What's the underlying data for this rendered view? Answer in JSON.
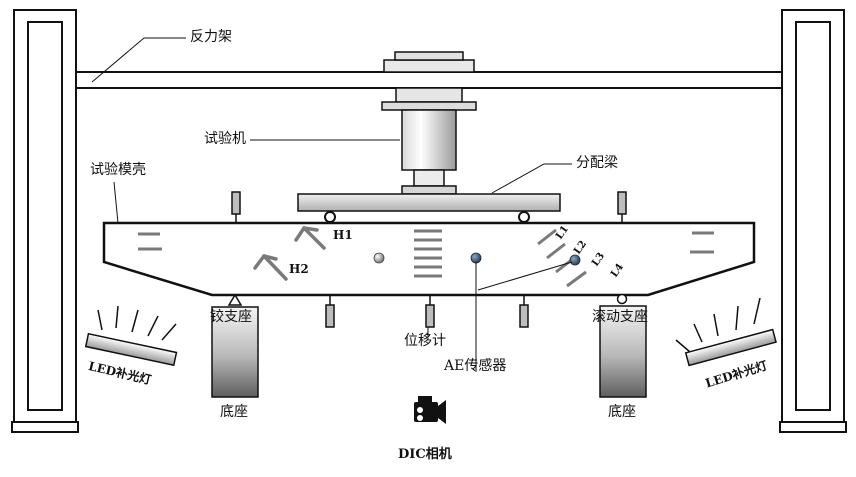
{
  "labels": {
    "reaction_frame": "反力架",
    "testing_machine": "试验机",
    "distribution_beam": "分配梁",
    "specimen_shell": "试验模壳",
    "hinge_support": "铰支座",
    "roller_support": "滚动支座",
    "base_left": "底座",
    "base_right": "底座",
    "displacement_meter": "位移计",
    "ae_sensor": "AE传感器",
    "dic_camera": "DIC相机",
    "led_left": "LED补光灯",
    "led_right": "LED补光灯",
    "h1": "H1",
    "h2": "H2",
    "l1": "L1",
    "l2": "L2",
    "l3": "L3",
    "l4": "L4"
  },
  "colors": {
    "line": "#111111",
    "frame_fill": "#ffffff",
    "pedestal_light": "#f2f2f2",
    "pedestal_dark": "#6a6a6a",
    "marker_gray": "#7a7a7a",
    "sensor_blue": "#3b5678"
  }
}
